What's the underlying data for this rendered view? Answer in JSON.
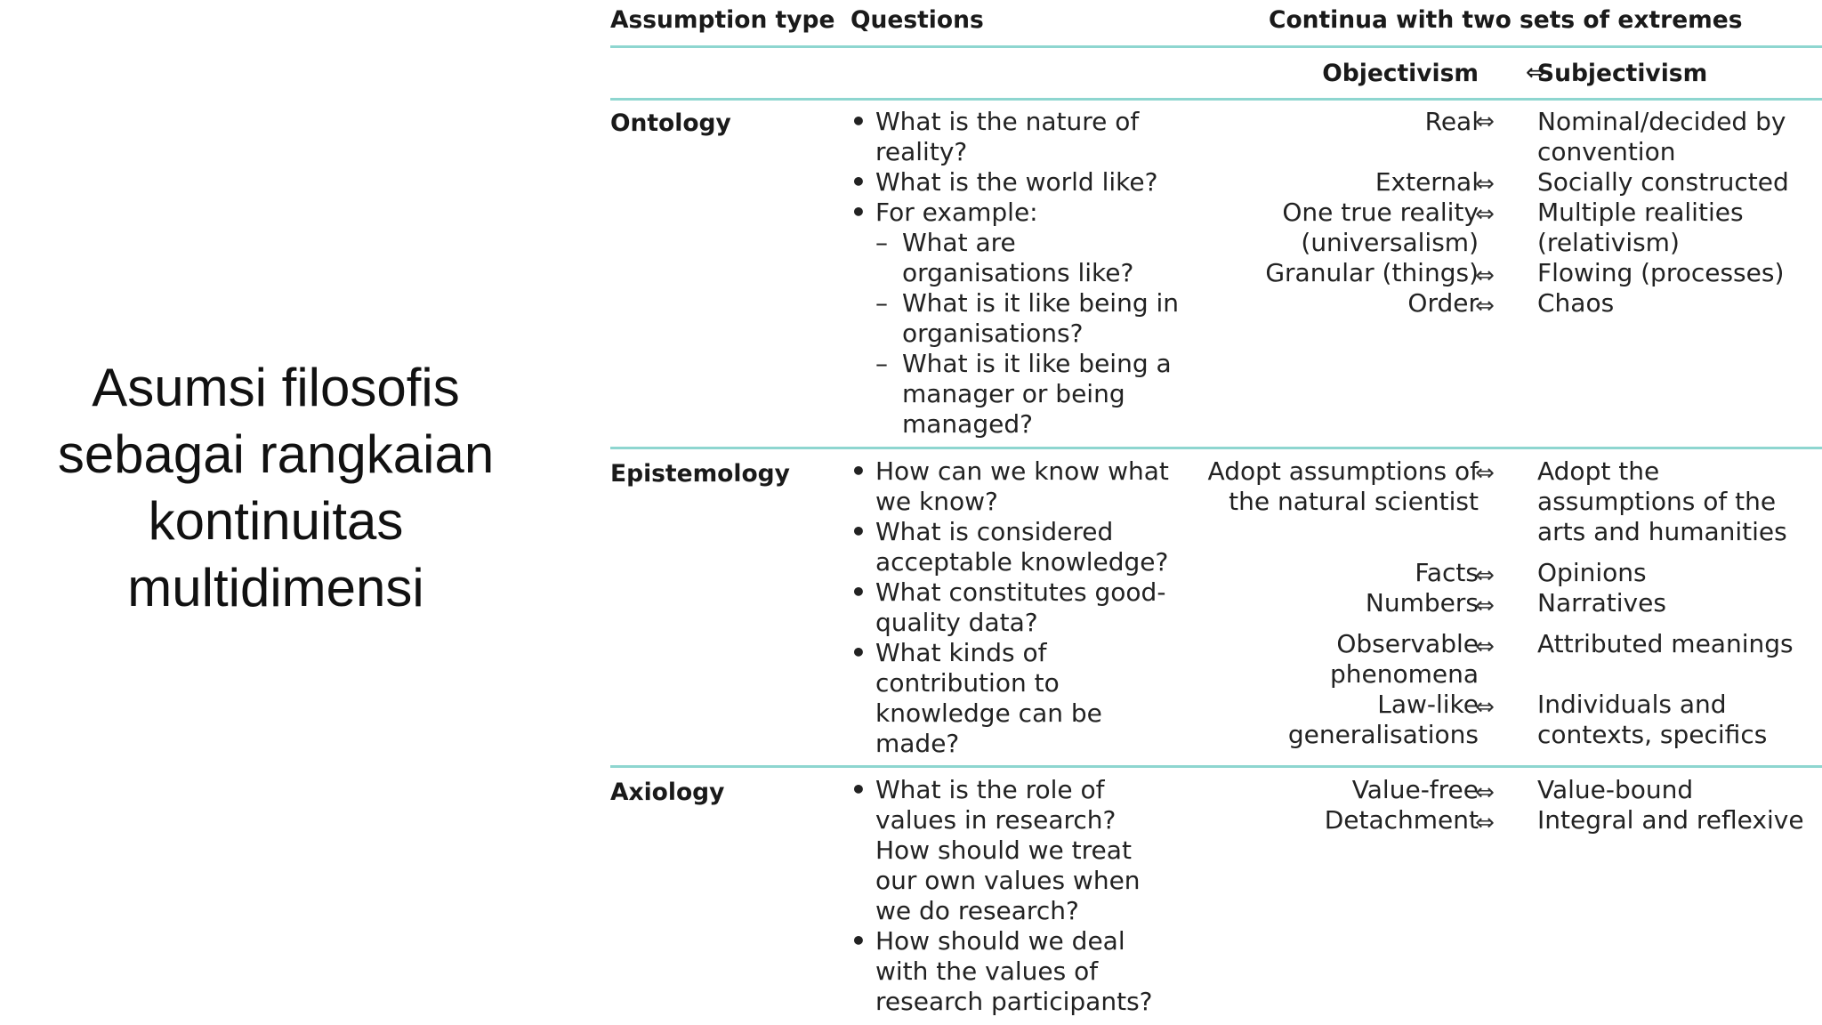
{
  "slide": {
    "title_lines": [
      "Asumsi filosofis",
      "sebagai rangkaian",
      "kontinuitas",
      "multidimensi"
    ]
  },
  "table": {
    "headers": {
      "assumption_type": "Assumption type",
      "questions": "Questions",
      "continua": "Continua with two sets of extremes",
      "left_extreme": "Objectivism",
      "right_extreme": "Subjectivism",
      "arrow": "⇔"
    },
    "rows": [
      {
        "category": "Ontology",
        "questions": [
          "What is the nature of reality?",
          "What is the world like?",
          "For example:"
        ],
        "sub_questions": [
          "What are organisations like?",
          "What is it like being in organisations?",
          "What is it like being a manager or being managed?"
        ],
        "pairs": [
          {
            "left": "Real",
            "right": "Nominal/decided by convention"
          },
          {
            "left": "External",
            "right": "Socially constructed"
          },
          {
            "left": "One true reality (universalism)",
            "right": "Multiple realities (relativism)"
          },
          {
            "left": "Granular (things)",
            "right": "Flowing (processes)"
          },
          {
            "left": "Order",
            "right": "Chaos"
          }
        ]
      },
      {
        "category": "Epistemology",
        "questions": [
          "How can we know what we know?",
          "What is considered acceptable knowledge?",
          "What constitutes good-quality data?",
          "What kinds of contribution to knowledge can be made?"
        ],
        "pairs": [
          {
            "left": "Adopt assumptions of the natural scientist",
            "right": "Adopt the assumptions of the arts and humanities"
          },
          {
            "left": "Facts",
            "right": "Opinions"
          },
          {
            "left": "Numbers",
            "right": "Narratives"
          },
          {
            "left": "Observable phenomena",
            "right": "Attributed meanings"
          },
          {
            "left": "Law-like generalisations",
            "right": "Individuals and contexts, specifics"
          }
        ]
      },
      {
        "category": "Axiology",
        "questions": [
          "What is the role of values in research? How should we treat our own values when we do research?",
          "How should we deal with the values of research participants?"
        ],
        "pairs": [
          {
            "left": "Value-free",
            "right": "Value-bound"
          },
          {
            "left": "Detachment",
            "right": "Integral and reflexive"
          }
        ]
      }
    ]
  }
}
